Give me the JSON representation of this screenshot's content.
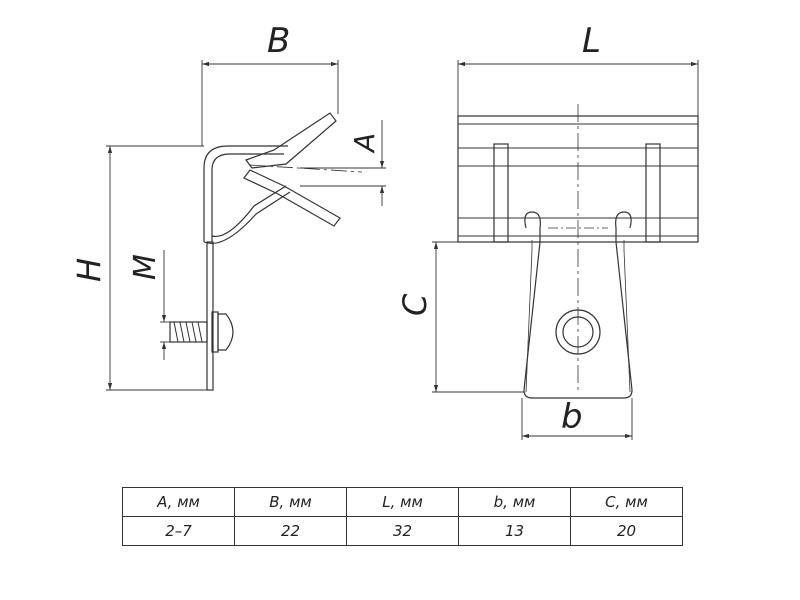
{
  "labels": {
    "B": "B",
    "A": "A",
    "H": "H",
    "M": "M",
    "L": "L",
    "C": "C",
    "b": "b"
  },
  "table": {
    "headers": [
      "A, мм",
      "B, мм",
      "L, мм",
      "b, мм",
      "C, мм"
    ],
    "values": [
      "2–7",
      "22",
      "32",
      "13",
      "20"
    ]
  }
}
